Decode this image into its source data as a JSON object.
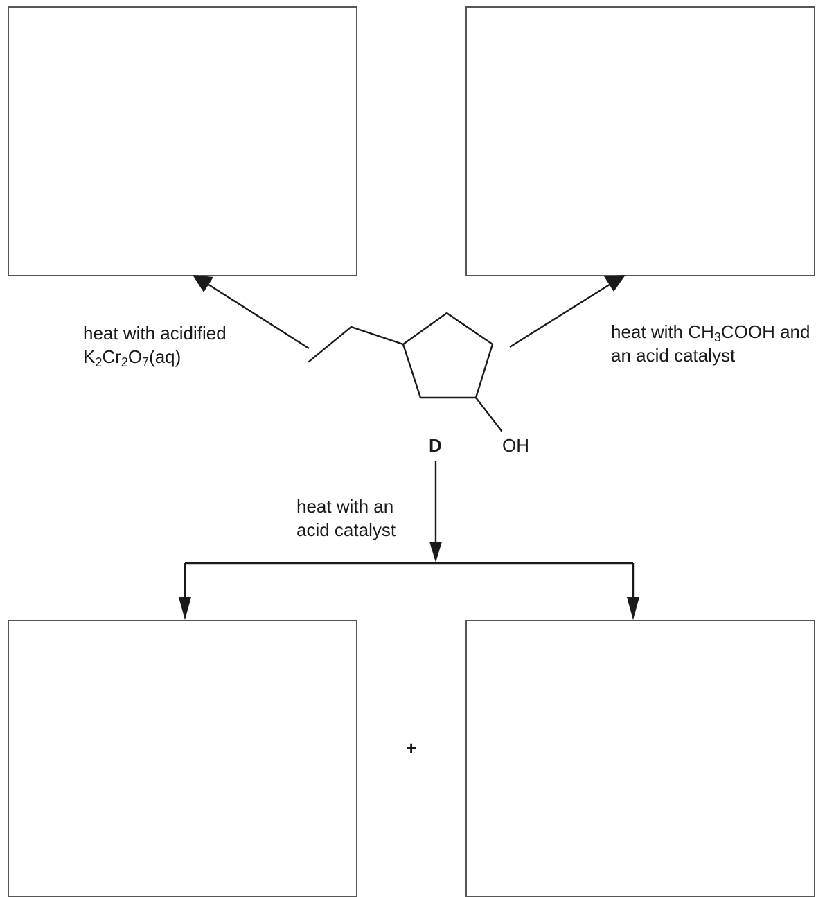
{
  "compound_label": "D",
  "hydroxyl_group": "OH",
  "reaction_left": {
    "line1": "heat with acidified",
    "reagent_main": "K",
    "reagent_sub1": "2",
    "reagent_mid": "Cr",
    "reagent_sub2": "2",
    "reagent_o": "O",
    "reagent_sub3": "7",
    "reagent_tail": "(aq)"
  },
  "reaction_right": {
    "line1_pre": "heat with CH",
    "line1_sub": "3",
    "line1_post": "COOH and",
    "line2": "an acid catalyst"
  },
  "reaction_down": {
    "line1": "heat with an",
    "line2": "acid catalyst"
  },
  "plus_sign": "+"
}
